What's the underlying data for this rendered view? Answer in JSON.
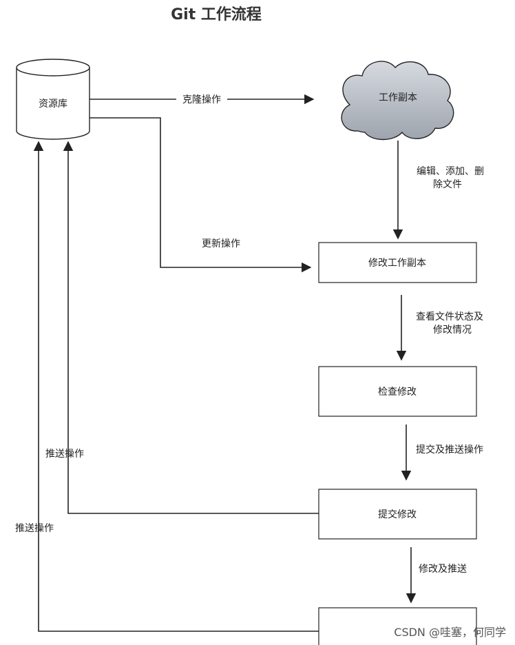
{
  "title": "Git 工作流程",
  "nodes": {
    "repository": "资源库",
    "working_copy": "工作副本",
    "modify_working_copy": "修改工作副本",
    "review_changes": "检查修改",
    "commit_changes": "提交修改",
    "last_box": "CSDN @哇塞，何同学"
  },
  "edges": {
    "clone": "克隆操作",
    "edit_1": "编辑、添加、删",
    "edit_2": "除文件",
    "update": "更新操作",
    "status_1": "查看文件状态及",
    "status_2": "修改情况",
    "commit_push": "提交及推送操作",
    "amend_push": "修改及推送",
    "push_1": "推送操作",
    "push_2": "推送操作"
  },
  "colors": {
    "cloud_fill": "#b9bec6",
    "line": "#222222"
  }
}
